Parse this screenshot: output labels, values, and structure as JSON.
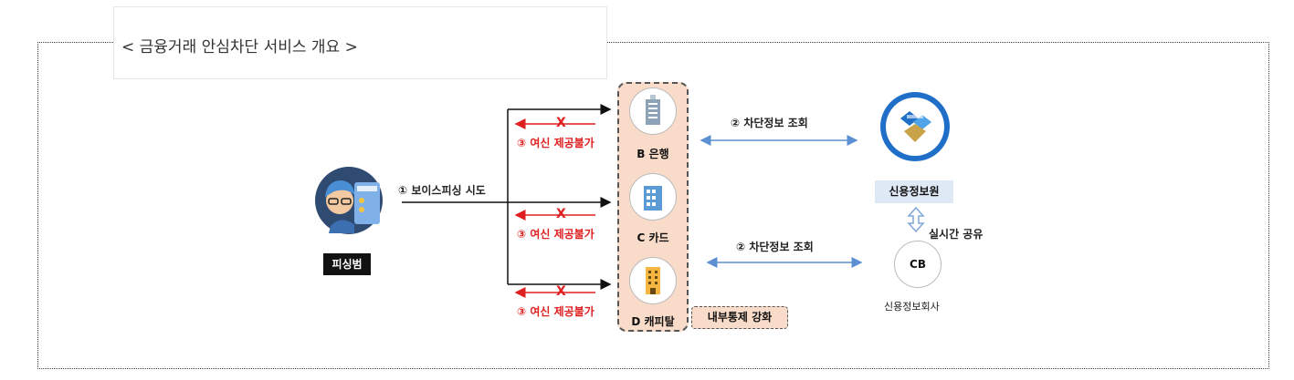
{
  "title": "< 금융거래 안심차단 서비스 개요 >",
  "diagram": {
    "phisher": {
      "label": "피싱범",
      "icon": "phisher-avatar-icon"
    },
    "attempt_label": "① 보이스피싱 시도",
    "refusal_label": "③ 여신 제공불가",
    "refusal_mark": "X",
    "institutions": [
      {
        "name": "B 은행",
        "icon": "bank-building-icon"
      },
      {
        "name": "C 카드",
        "icon": "card-company-building-icon"
      },
      {
        "name": "D 캐피탈",
        "icon": "capital-building-icon"
      }
    ],
    "internal_control": "내부통제 강화",
    "query_label": "② 차단정보 조회",
    "cis": {
      "label": "신용정보원",
      "icon": "cis-logo-icon"
    },
    "sharing_label": "실시간 공유",
    "cb": {
      "circle_text": "CB",
      "label": "신용정보회사"
    },
    "colors": {
      "red": "#e02020",
      "blue_arrow": "#5b8fd0",
      "peach": "#f8dcc9",
      "cis_label_bg": "#dfe9f6"
    }
  }
}
